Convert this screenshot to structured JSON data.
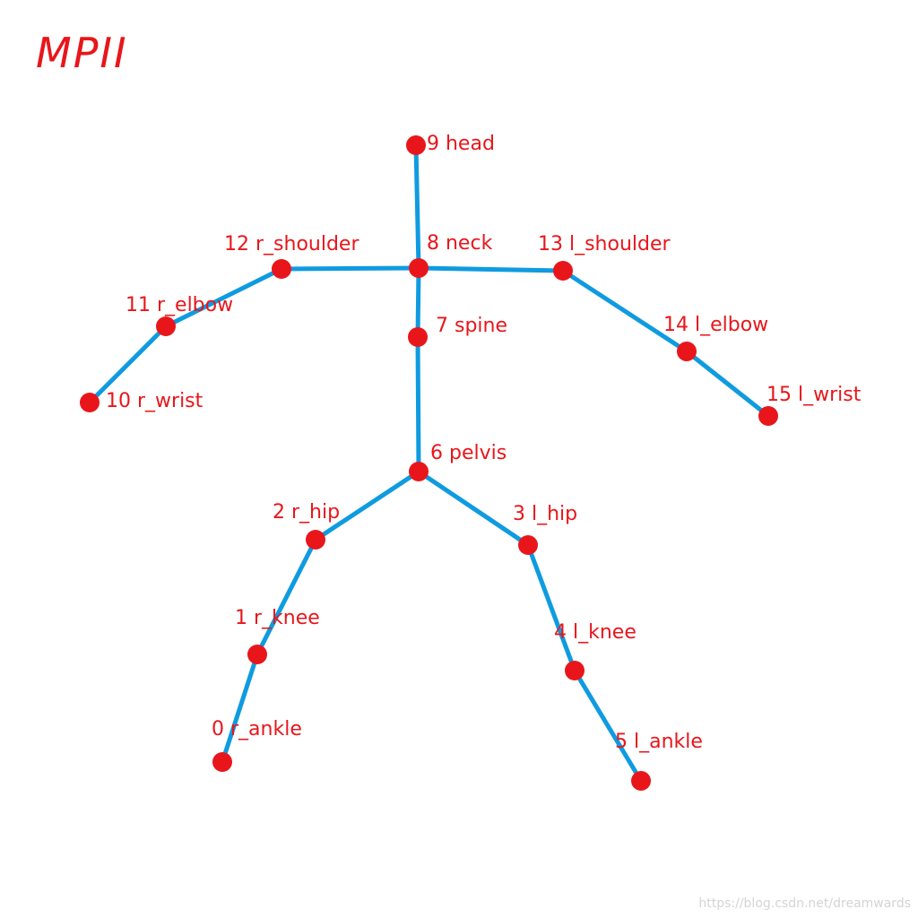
{
  "title": "MPII",
  "watermark": "https://blog.csdn.net/dreamwards",
  "colors": {
    "joint": "#e8161b",
    "bone": "#0f9be0",
    "label": "#e8161b",
    "title": "#e8161b"
  },
  "joints": [
    {
      "id": 0,
      "label": "0 r_ankle"
    },
    {
      "id": 1,
      "label": "1 r_knee"
    },
    {
      "id": 2,
      "label": "2 r_hip"
    },
    {
      "id": 3,
      "label": "3 l_hip"
    },
    {
      "id": 4,
      "label": "4 l_knee"
    },
    {
      "id": 5,
      "label": "5 l_ankle"
    },
    {
      "id": 6,
      "label": "6 pelvis"
    },
    {
      "id": 7,
      "label": "7 spine"
    },
    {
      "id": 8,
      "label": "8 neck"
    },
    {
      "id": 9,
      "label": "9 head"
    },
    {
      "id": 10,
      "label": "10 r_wrist"
    },
    {
      "id": 11,
      "label": "11 r_elbow"
    },
    {
      "id": 12,
      "label": "12 r_shoulder"
    },
    {
      "id": 13,
      "label": "13 l_shoulder"
    },
    {
      "id": 14,
      "label": "14 l_elbow"
    },
    {
      "id": 15,
      "label": "15 l_wrist"
    }
  ],
  "bones": [
    [
      9,
      8
    ],
    [
      8,
      12
    ],
    [
      8,
      13
    ],
    [
      12,
      11
    ],
    [
      11,
      10
    ],
    [
      13,
      14
    ],
    [
      14,
      15
    ],
    [
      8,
      7
    ],
    [
      7,
      6
    ],
    [
      6,
      2
    ],
    [
      6,
      3
    ],
    [
      2,
      1
    ],
    [
      1,
      0
    ],
    [
      3,
      4
    ],
    [
      4,
      5
    ]
  ]
}
